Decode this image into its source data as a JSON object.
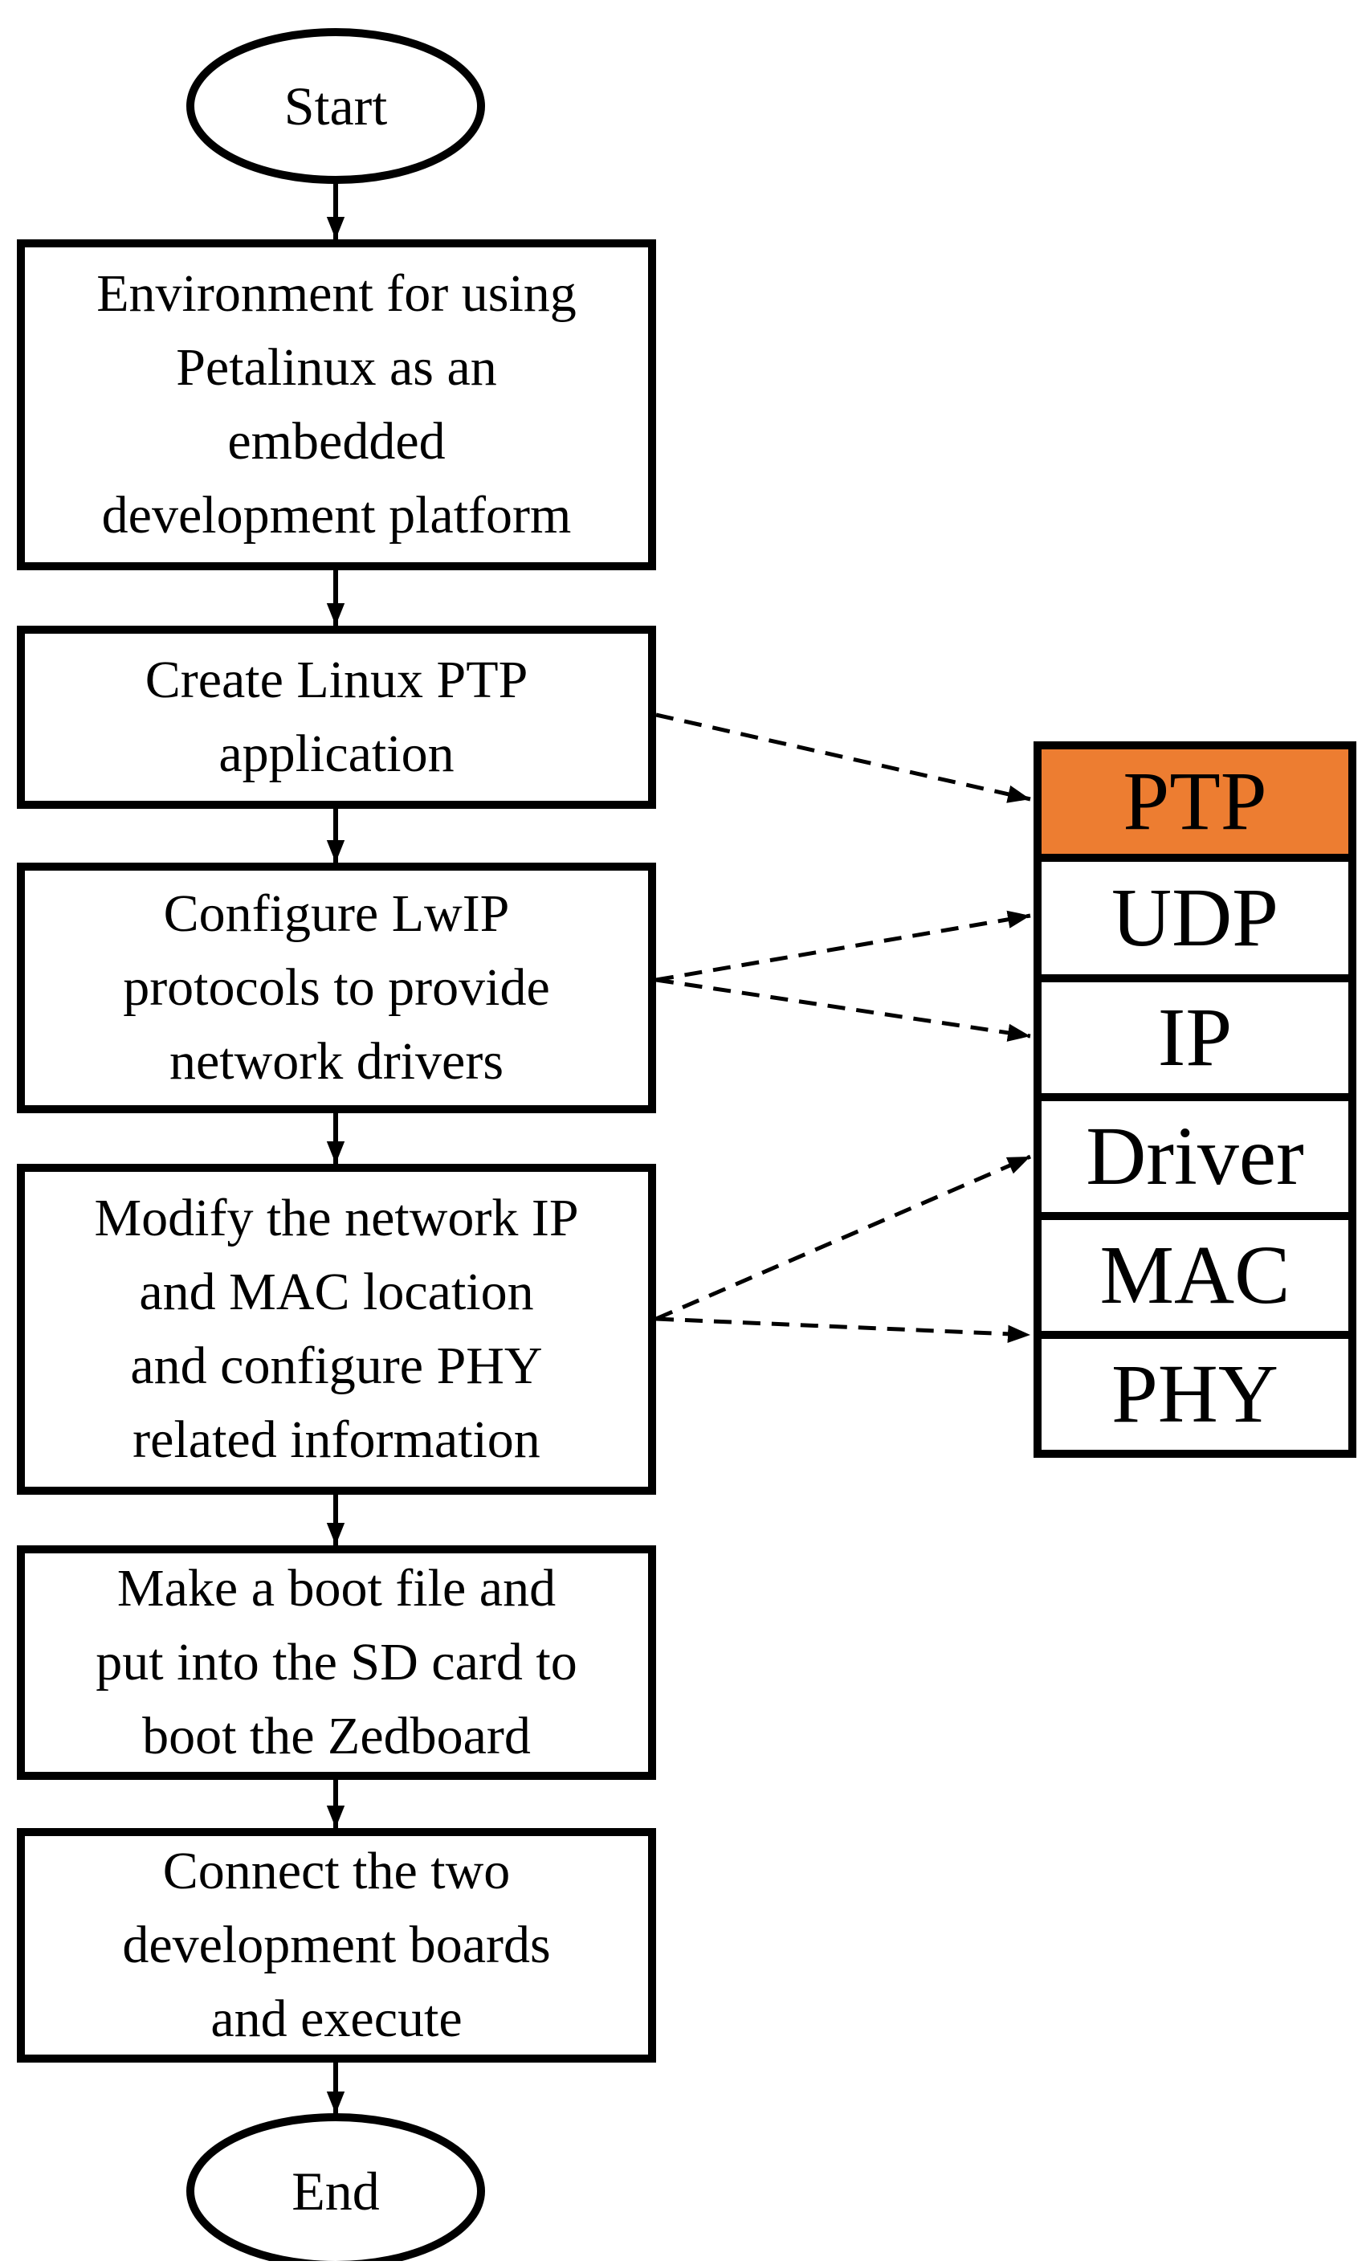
{
  "flow": {
    "start": "Start",
    "end": "End",
    "steps": [
      {
        "lines": [
          "Environment for using",
          "Petalinux as an",
          "embedded",
          "development platform"
        ]
      },
      {
        "lines": [
          "Create Linux PTP",
          "application"
        ]
      },
      {
        "lines": [
          "Configure LwIP",
          "protocols to provide",
          "network drivers"
        ]
      },
      {
        "lines": [
          "Modify the network IP",
          "and MAC location",
          "and configure PHY",
          "related information"
        ]
      },
      {
        "lines": [
          "Make a boot file and",
          "put into the SD card to",
          "boot the Zedboard"
        ]
      },
      {
        "lines": [
          "Connect the two",
          "development boards",
          "and execute"
        ]
      }
    ]
  },
  "stack": {
    "layers": [
      "PTP",
      "UDP",
      "IP",
      "Driver",
      "MAC",
      "PHY"
    ],
    "highlight_color": "#ED7D31"
  }
}
